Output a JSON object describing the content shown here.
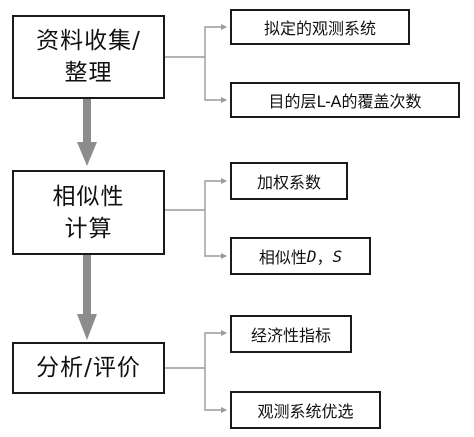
{
  "diagram": {
    "stage1": {
      "line1": "资料收集/",
      "line2": "整理",
      "outputs": [
        "拟定的观测系统",
        "目的层L-A的覆盖次数"
      ]
    },
    "stage2": {
      "line1": "相似性",
      "line2": "计算",
      "outputs": [
        "加权系数"
      ],
      "similarity_prefix": "相似性",
      "similarity_var1": "D",
      "similarity_sep": "，",
      "similarity_var2": "S"
    },
    "stage3": {
      "line1": "分析/评价",
      "outputs": [
        "经济性指标",
        "观测系统优选"
      ]
    },
    "colors": {
      "border": "#1a1a1a",
      "flow_arrow": "#8c8c8c",
      "branch_line": "#9a9a9a"
    }
  }
}
